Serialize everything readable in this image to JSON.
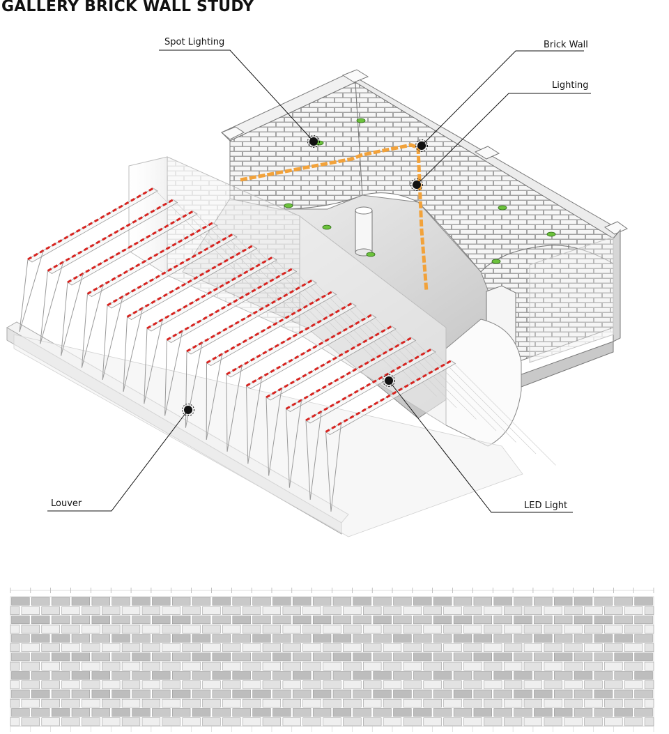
{
  "title": "GALLERY BRICK WALL STUDY",
  "callouts": {
    "spot_lighting": "Spot Lighting",
    "brick_wall": "Brick Wall",
    "lighting": "Lighting",
    "louver": "Louver",
    "led_light": "LED Light"
  },
  "colors": {
    "led_dash": "#d8231f",
    "lighting_track": "#f2a23a",
    "spot_light": "#6cc23c",
    "brick_face": "#f4f4f4",
    "brick_mortar": "#9c9c9c",
    "leader": "#111111"
  },
  "elevation": {
    "columns": 32,
    "rows": 14
  }
}
